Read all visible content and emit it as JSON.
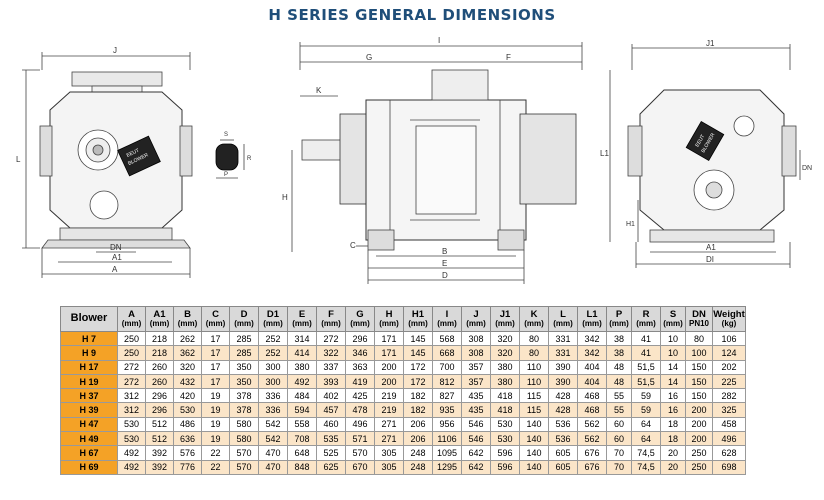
{
  "title": "H SERIES GENERAL DIMENSIONS",
  "drawing": {
    "front_view": {
      "labels": {
        "top": "J",
        "left": "L",
        "dn": "DN",
        "a1": "A1",
        "a": "A"
      },
      "plate_text": [
        "EEUT",
        "BLOWER"
      ]
    },
    "key_detail": {
      "labels": {
        "top": "S",
        "right": "R",
        "bottom": "P"
      }
    },
    "side_view": {
      "labels": {
        "top": "I",
        "g": "G",
        "f": "F",
        "k": "K",
        "h": "H",
        "c": "C",
        "b": "B",
        "e": "E",
        "d": "D"
      }
    },
    "rear_view": {
      "labels": {
        "top": "J1",
        "left": "L1",
        "h1": "H1",
        "dn": "DN",
        "a1": "A1",
        "di": "DI"
      },
      "plate_text": [
        "EEUT",
        "BLOWER"
      ]
    }
  },
  "table": {
    "columns": [
      {
        "h": "Blower",
        "u": ""
      },
      {
        "h": "A",
        "u": "(mm)"
      },
      {
        "h": "A1",
        "u": "(mm)"
      },
      {
        "h": "B",
        "u": "(mm)"
      },
      {
        "h": "C",
        "u": "(mm)"
      },
      {
        "h": "D",
        "u": "(mm)"
      },
      {
        "h": "D1",
        "u": "(mm)"
      },
      {
        "h": "E",
        "u": "(mm)"
      },
      {
        "h": "F",
        "u": "(mm)"
      },
      {
        "h": "G",
        "u": "(mm)"
      },
      {
        "h": "H",
        "u": "(mm)"
      },
      {
        "h": "H1",
        "u": "(mm)"
      },
      {
        "h": "I",
        "u": "(mm)"
      },
      {
        "h": "J",
        "u": "(mm)"
      },
      {
        "h": "J1",
        "u": "(mm)"
      },
      {
        "h": "K",
        "u": "(mm)"
      },
      {
        "h": "L",
        "u": "(mm)"
      },
      {
        "h": "L1",
        "u": "(mm)"
      },
      {
        "h": "P",
        "u": "(mm)"
      },
      {
        "h": "R",
        "u": "(mm)"
      },
      {
        "h": "S",
        "u": "(mm)"
      },
      {
        "h": "DN",
        "u": "PN10"
      },
      {
        "h": "Weight",
        "u": "(kg)"
      }
    ],
    "rows": [
      [
        "H 7",
        "250",
        "218",
        "262",
        "17",
        "285",
        "252",
        "314",
        "272",
        "296",
        "171",
        "145",
        "568",
        "308",
        "320",
        "80",
        "331",
        "342",
        "38",
        "41",
        "10",
        "80",
        "106"
      ],
      [
        "H 9",
        "250",
        "218",
        "362",
        "17",
        "285",
        "252",
        "414",
        "322",
        "346",
        "171",
        "145",
        "668",
        "308",
        "320",
        "80",
        "331",
        "342",
        "38",
        "41",
        "10",
        "100",
        "124"
      ],
      [
        "H 17",
        "272",
        "260",
        "320",
        "17",
        "350",
        "300",
        "380",
        "337",
        "363",
        "200",
        "172",
        "700",
        "357",
        "380",
        "110",
        "390",
        "404",
        "48",
        "51,5",
        "14",
        "150",
        "202"
      ],
      [
        "H 19",
        "272",
        "260",
        "432",
        "17",
        "350",
        "300",
        "492",
        "393",
        "419",
        "200",
        "172",
        "812",
        "357",
        "380",
        "110",
        "390",
        "404",
        "48",
        "51,5",
        "14",
        "150",
        "225"
      ],
      [
        "H 37",
        "312",
        "296",
        "420",
        "19",
        "378",
        "336",
        "484",
        "402",
        "425",
        "219",
        "182",
        "827",
        "435",
        "418",
        "115",
        "428",
        "468",
        "55",
        "59",
        "16",
        "150",
        "282"
      ],
      [
        "H 39",
        "312",
        "296",
        "530",
        "19",
        "378",
        "336",
        "594",
        "457",
        "478",
        "219",
        "182",
        "935",
        "435",
        "418",
        "115",
        "428",
        "468",
        "55",
        "59",
        "16",
        "200",
        "325"
      ],
      [
        "H 47",
        "530",
        "512",
        "486",
        "19",
        "580",
        "542",
        "558",
        "460",
        "496",
        "271",
        "206",
        "956",
        "546",
        "530",
        "140",
        "536",
        "562",
        "60",
        "64",
        "18",
        "200",
        "458"
      ],
      [
        "H 49",
        "530",
        "512",
        "636",
        "19",
        "580",
        "542",
        "708",
        "535",
        "571",
        "271",
        "206",
        "1106",
        "546",
        "530",
        "140",
        "536",
        "562",
        "60",
        "64",
        "18",
        "200",
        "496"
      ],
      [
        "H 67",
        "492",
        "392",
        "576",
        "22",
        "570",
        "470",
        "648",
        "525",
        "570",
        "305",
        "248",
        "1095",
        "642",
        "596",
        "140",
        "605",
        "676",
        "70",
        "74,5",
        "20",
        "250",
        "628"
      ],
      [
        "H 69",
        "492",
        "392",
        "776",
        "22",
        "570",
        "470",
        "848",
        "625",
        "670",
        "305",
        "248",
        "1295",
        "642",
        "596",
        "140",
        "605",
        "676",
        "70",
        "74,5",
        "20",
        "250",
        "698"
      ]
    ]
  }
}
